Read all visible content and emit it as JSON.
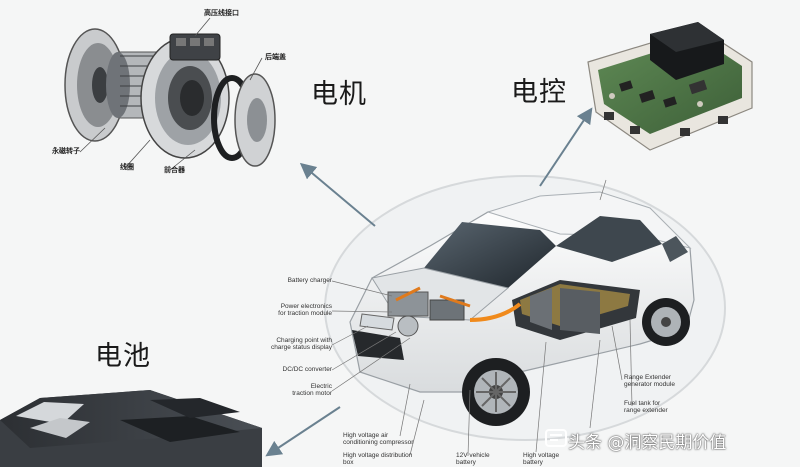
{
  "labels": {
    "motor": "电机",
    "controller": "电控",
    "battery": "电池"
  },
  "motor_parts": {
    "top": "高压线接口",
    "right": "后端盖",
    "left": "永磁转子",
    "bottom_mid": "线圈",
    "bottom_right": "前合器"
  },
  "car_callouts": {
    "battery_charger": "Battery charger",
    "power_electronics_1": "Power electronics",
    "power_electronics_2": "for traction module",
    "charging_1": "Charging point with",
    "charging_2": "charge status display",
    "dcdc": "DC/DC converter",
    "electric_1": "Electric",
    "electric_2": "traction motor",
    "hv_ac_1": "High voltage air",
    "hv_ac_2": "conditioning compressor",
    "hv_dist_1": "High voltage distribution",
    "hv_dist_2": "box",
    "battery_12v_1": "12V vehicle",
    "battery_12v_2": "battery",
    "hv_bat_1": "High voltage",
    "hv_bat_2": "battery",
    "range_ext_1": "Range Extender",
    "range_ext_2": "generator module",
    "fuel_1": "Fuel tank for",
    "fuel_2": "range extender"
  },
  "watermark": {
    "text": "头条 @洞察民期价值",
    "icon": "toutiao-logo-icon"
  }
}
